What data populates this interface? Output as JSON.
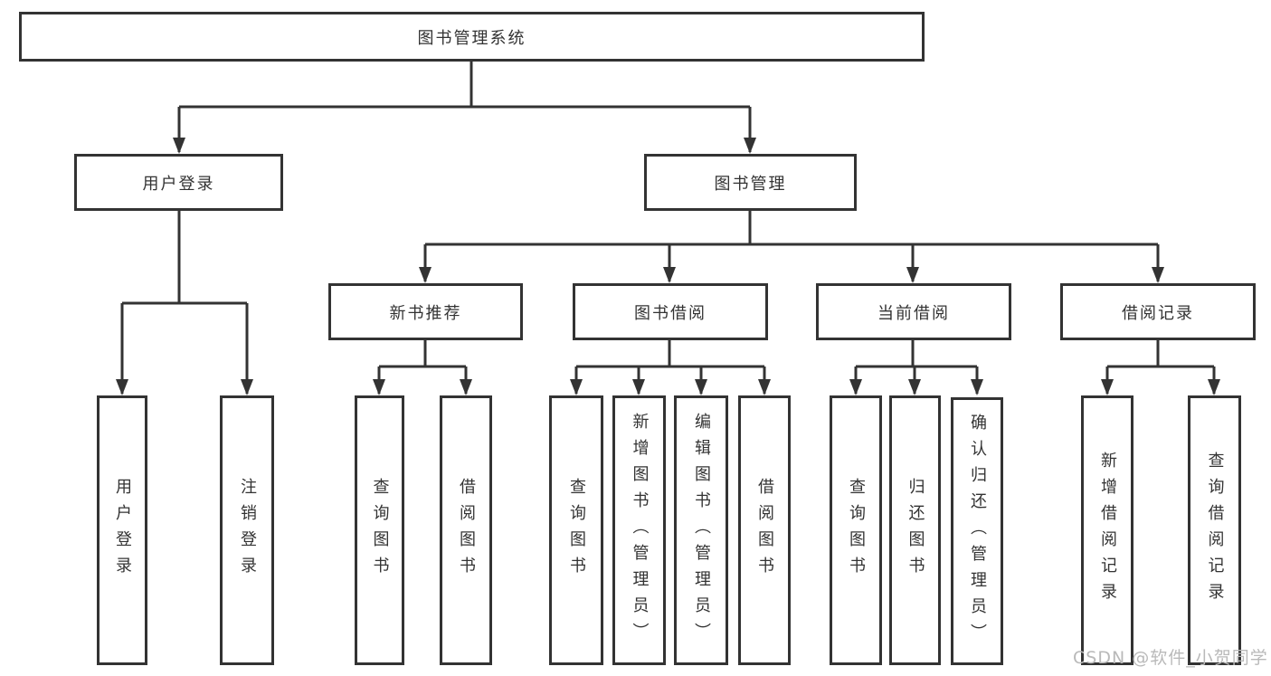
{
  "diagram": {
    "type": "hierarchy-tree",
    "language": "zh-CN",
    "colors": {
      "background": "#ffffff",
      "line": "#333333",
      "box_border": "#333333",
      "box_fill": "#ffffff",
      "text": "#333333",
      "watermark": "#b9b9b9"
    }
  },
  "tree": {
    "label": "图书管理系统",
    "children": [
      {
        "label": "用户登录",
        "children": [
          {
            "label": "用户登录"
          },
          {
            "label": "注销登录"
          }
        ]
      },
      {
        "label": "图书管理",
        "children": [
          {
            "label": "新书推荐",
            "children": [
              {
                "label": "查询图书"
              },
              {
                "label": "借阅图书"
              }
            ]
          },
          {
            "label": "图书借阅",
            "children": [
              {
                "label": "查询图书"
              },
              {
                "label": "新增图书（管理员）"
              },
              {
                "label": "编辑图书（管理员）"
              },
              {
                "label": "借阅图书"
              }
            ]
          },
          {
            "label": "当前借阅",
            "children": [
              {
                "label": "查询图书"
              },
              {
                "label": "归还图书"
              },
              {
                "label": "确认归还（管理员）"
              }
            ]
          },
          {
            "label": "借阅记录",
            "children": [
              {
                "label": "新增借阅记录"
              },
              {
                "label": "查询借阅记录"
              }
            ]
          }
        ]
      }
    ]
  },
  "watermark": {
    "text": "CSDN @软件_小贺同学"
  }
}
